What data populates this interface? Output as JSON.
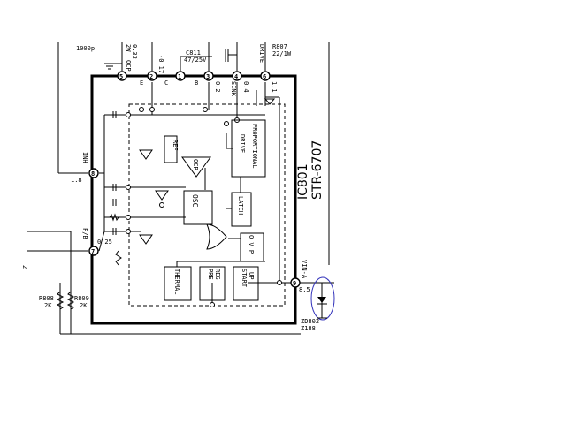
{
  "ic": {
    "ref": "IC801",
    "part": "STR-6707"
  },
  "pins": [
    "5",
    "2",
    "1",
    "3",
    "4",
    "6",
    "8",
    "7",
    "9"
  ],
  "blocks": {
    "ref": "REF",
    "ocp": "OCP",
    "osc": "OSC",
    "latch": "LATCH",
    "ovp": "O V P",
    "thermal": "THERMAL",
    "pre_reg": "PRE REG",
    "start_up": "START UP",
    "prop_drive": "PROPORTIONAL DRIVE"
  },
  "labels": {
    "cap_1000p": "1000p",
    "r_033": "0.33",
    "r_2w": "2W",
    "ocp_pin": "OCP",
    "v_017": "-0.17",
    "c811": "C811",
    "c811_val": "47/25V",
    "r807": "R807",
    "r807_val": "22/1W",
    "drive": "DRIVE",
    "sink": "SINK",
    "v_02": "0.2",
    "v_04": "0.4",
    "v_11": "1.1",
    "pin_c": "C",
    "pin_e": "E",
    "pin_b": "B",
    "inh": "INH",
    "v_18": "1.8",
    "fb": "F/B",
    "v_025": "0.25",
    "vina": "VIN-A",
    "v_85": "8.5",
    "r808": "R808",
    "r808_val": "2K",
    "r809": "R809",
    "r809_val": "2K",
    "zd802": "ZD802",
    "z188": "Z188",
    "left_frag": "2"
  }
}
